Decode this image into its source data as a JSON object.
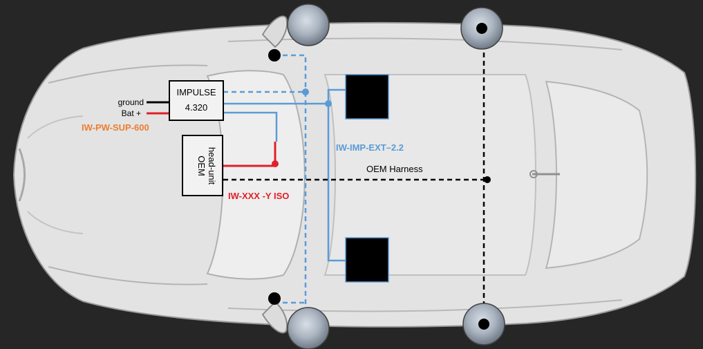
{
  "labels": {
    "ground": "ground",
    "bat_plus": "Bat +",
    "power_supply": "IW-PW-SUP-600",
    "amp_line1": "IMPULSE",
    "amp_line2": "4.320",
    "head_unit_line1": "OEM",
    "head_unit_line2": "head-unit",
    "iso_harness": "IW-XXX -Y ISO",
    "ext_harness": "IW-IMP-EXT–2.2",
    "oem_harness": "OEM Harness"
  },
  "colors": {
    "background": "#262626",
    "car_body": "#e3e3e3",
    "car_lines": "#b4b4b4",
    "blue_wire": "#5b9bd5",
    "red_wire": "#e0202a",
    "orange_text": "#ed7d31",
    "black_wire": "#000000"
  },
  "icons": {
    "speaker": "speaker-disc-icon",
    "subwoofer": "black-square-icon",
    "tweeter": "black-dot-icon"
  }
}
